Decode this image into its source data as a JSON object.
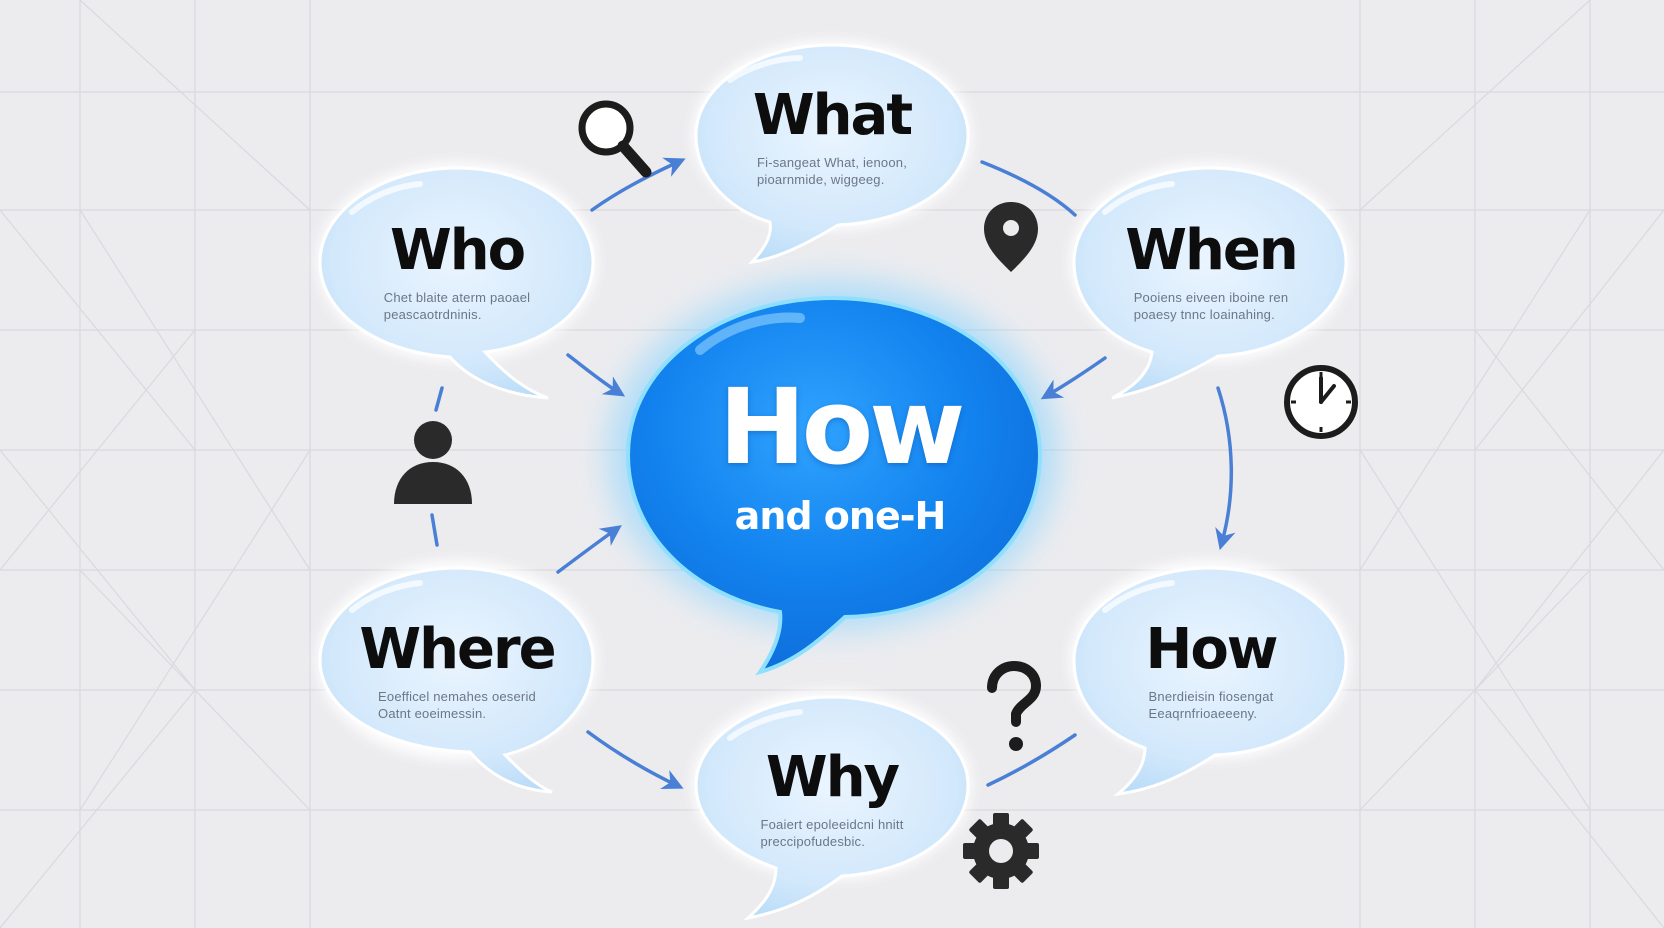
{
  "center": {
    "title": "How",
    "subtitle": "and one-H"
  },
  "bubbles": [
    {
      "title": "What",
      "description": "Fi-sangeat What, ienoon,\npioarnmide, wiggeeg."
    },
    {
      "title": "Who",
      "description": "Chet blaite aterm paoael\npeascaotrdninis."
    },
    {
      "title": "When",
      "description": "Pooiens eiveen iboine ren\npoaesy tnnc loainahing."
    },
    {
      "title": "Where",
      "description": "Eoefficel nemahes oeserid\nOatnt eoeimessin."
    },
    {
      "title": "How",
      "description": "Bnerdieisin fiosengat\nEeaqrnfrioaeeeny."
    },
    {
      "title": "Why",
      "description": "Foaiert epoleeidcni hnitt\npreccipofudesbic."
    }
  ],
  "icons": [
    "search-icon",
    "location-pin-icon",
    "person-icon",
    "clock-icon",
    "question-mark-icon",
    "gear-icon"
  ],
  "colors": {
    "background": "#ececef",
    "grid_line": "#d9d9de",
    "arrow": "#4a7fd6",
    "bubble_fill": "#d6eafb",
    "bubble_glow": "#ffffff",
    "center_fill": "#1e88ee",
    "center_glow": "#8fd3ff",
    "title_text": "#0d0d0d",
    "icon": "#2a2a2a"
  }
}
